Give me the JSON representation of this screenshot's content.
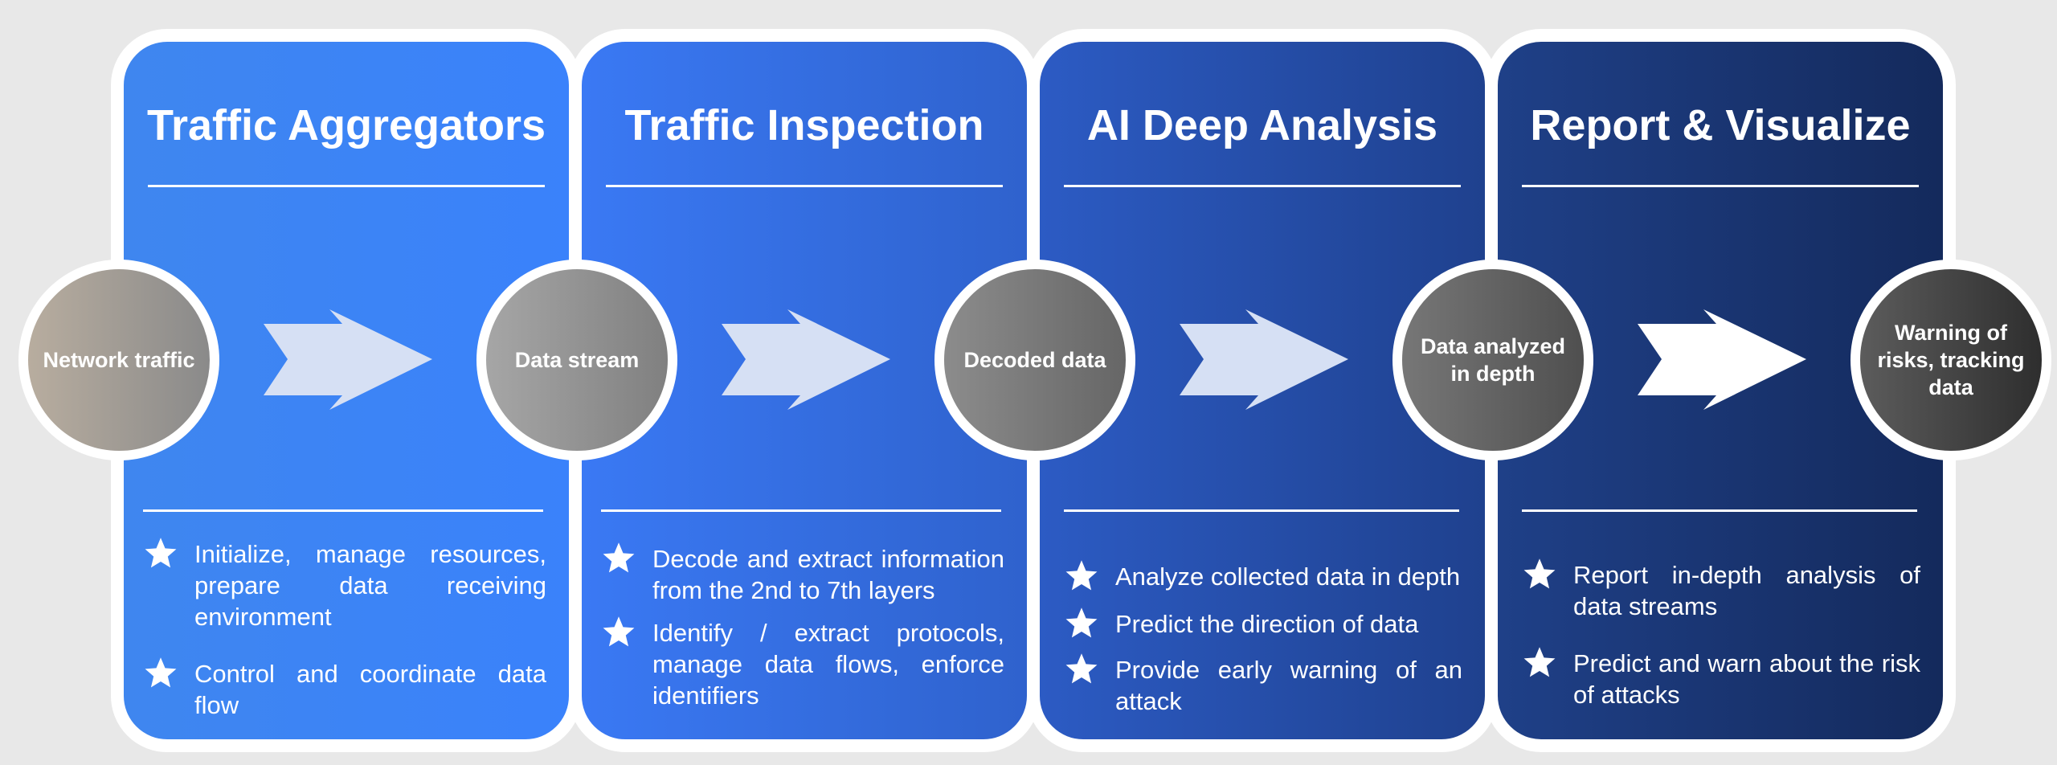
{
  "stages": [
    {
      "title": "Traffic Aggregators",
      "bullets": [
        "Initialize, manage resources, prepare data receiving environment",
        "Control and coordinate data flow"
      ]
    },
    {
      "title": "Traffic Inspection",
      "bullets": [
        "Decode and extract information from the 2nd to 7th layers",
        "Identify / extract protocols, manage data flows, enforce identifiers"
      ]
    },
    {
      "title": "AI Deep Analysis",
      "bullets": [
        "Analyze collected data in depth",
        "Predict the direction of data",
        "Provide early warning of an attack"
      ]
    },
    {
      "title": "Report & Visualize",
      "bullets": [
        "Report in-depth analysis of data streams",
        "Predict and warn about the risk of attacks"
      ]
    }
  ],
  "nodes": [
    "Network traffic",
    "Data stream",
    "Decoded data",
    "Data analyzed in depth",
    "Warning of risks, tracking data"
  ],
  "icons": {
    "bullet": "star-icon",
    "connector": "arrow-right-icon"
  },
  "colors": {
    "panel_1": [
      "#3f86ef",
      "#3a82fb"
    ],
    "panel_2": [
      "#3a79f4",
      "#2f62cd"
    ],
    "panel_3": [
      "#2c5bc4",
      "#1f418e"
    ],
    "panel_4": [
      "#1f4088",
      "#142a5c"
    ],
    "node_1": [
      "#b8ad9f",
      "#8a8a8a"
    ],
    "node_2": [
      "#a6a6a6",
      "#808080"
    ],
    "node_3": [
      "#8c8c8c",
      "#666666"
    ],
    "node_4": [
      "#777777",
      "#4f4f4f"
    ],
    "node_5": [
      "#5c5c5c",
      "#2e2e2e"
    ],
    "arrow_light": "#d6e0f4",
    "arrow_last": "#ffffff"
  }
}
